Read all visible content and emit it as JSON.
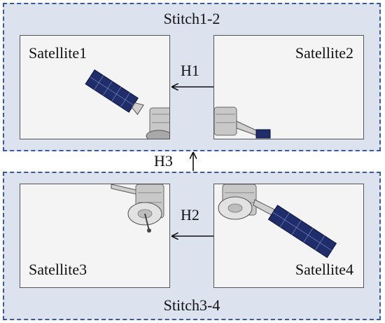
{
  "stitches": {
    "top": {
      "title": "Stitch1-2"
    },
    "bottom": {
      "title": "Stitch3-4"
    }
  },
  "panels": {
    "sat1": {
      "label": "Satellite1"
    },
    "sat2": {
      "label": "Satellite2"
    },
    "sat3": {
      "label": "Satellite3"
    },
    "sat4": {
      "label": "Satellite4"
    }
  },
  "arrows": {
    "h1": {
      "label": "H1"
    },
    "h2": {
      "label": "H2"
    },
    "h3": {
      "label": "H3"
    }
  },
  "colors": {
    "stitch_fill": "#dde2ef",
    "stitch_border": "#3b5a9e",
    "panel_fill": "#f4f4f4",
    "solar_panel": "#1f2d6b"
  }
}
